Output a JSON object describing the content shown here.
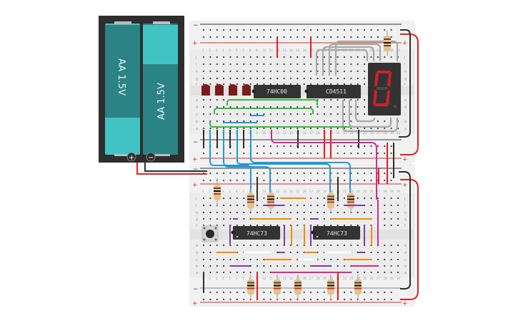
{
  "app": {
    "title": "Breadboard Circuit Simulator"
  },
  "colors": {
    "breadboard": "#ececec",
    "rail_red": "#d32f2f",
    "rail_black": "#333333",
    "chip_body": "#333333",
    "battery_teal_dark": "#2b8385",
    "battery_teal_light": "#41c3c3",
    "battery_holder": "#2e2e2e",
    "led_red": "#7a1c1c",
    "display_body": "#333333",
    "segment_on": "#d0202a",
    "segment_off": "#4a4a4a",
    "wire_green": "#3cba3c",
    "wire_blue": "#1e9ad6",
    "wire_gray": "#a9a9a9",
    "wire_red": "#e02020",
    "wire_black": "#2f2f2f",
    "wire_magenta": "#d62a8e",
    "wire_orange": "#f08c00",
    "wire_purple": "#7b3fa8",
    "wire_white": "#ffffff"
  },
  "battery_pack": {
    "cells": [
      {
        "label": "AA 1.5V"
      },
      {
        "label": "AA 1.5V"
      }
    ],
    "plus_terminal": "+",
    "minus_terminal": "−"
  },
  "breadboards": [
    {
      "name": "top",
      "row_labels_top": [
        "j",
        "i",
        "h",
        "g",
        "f"
      ],
      "row_labels_bottom": [
        "e",
        "d",
        "c",
        "b",
        "a"
      ],
      "rail_labels": {
        "minus": "−",
        "plus": "+"
      },
      "column_count": 30
    },
    {
      "name": "bottom",
      "row_labels_top": [
        "j",
        "i",
        "h",
        "g",
        "f"
      ],
      "row_labels_bottom": [
        "e",
        "d",
        "c",
        "b",
        "a"
      ],
      "rail_labels": {
        "minus": "−",
        "plus": "+"
      },
      "column_count": 30
    }
  ],
  "components": {
    "chips": [
      {
        "label": "74HC00"
      },
      {
        "label": "CD4511"
      },
      {
        "label": "74HC73"
      },
      {
        "label": "74HC73"
      }
    ],
    "leds": [
      "led-1",
      "led-2",
      "led-3",
      "led-4"
    ],
    "seven_segment_digit": "0",
    "pushbutton": "button"
  }
}
